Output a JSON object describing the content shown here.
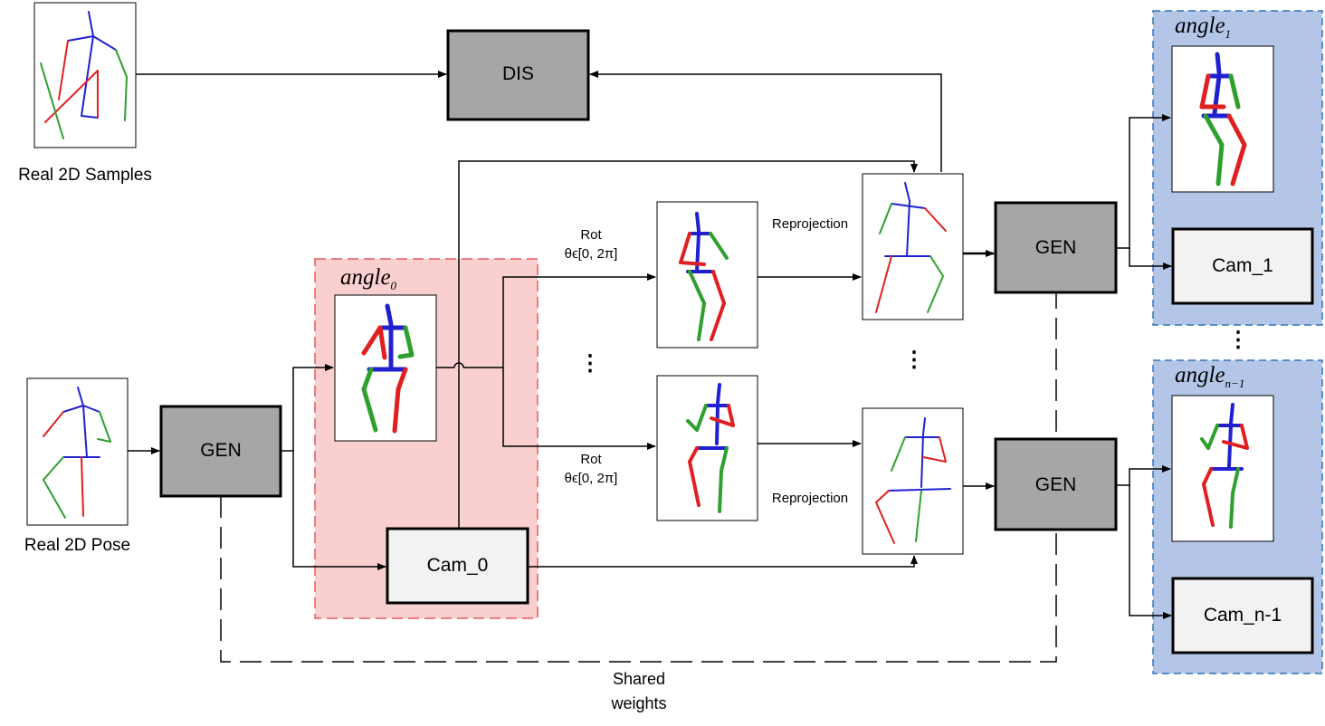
{
  "labels": {
    "real_2d_samples": "Real 2D Samples",
    "real_2d_pose": "Real 2D Pose",
    "shared_weights": "Shared weights"
  },
  "boxes": {
    "dis": "DIS",
    "gen": "GEN",
    "cam_0": "Cam_0",
    "cam_1": "Cam_1",
    "cam_n_1": "Cam_n-1"
  },
  "angles": {
    "angle0": {
      "base": "angle",
      "sub": "0"
    },
    "angle1": {
      "base": "angle",
      "sub": "1"
    },
    "angle_n_1": {
      "base": "angle",
      "sub": "n−1"
    }
  },
  "edges": {
    "rot": "Rot",
    "theta_range": "θϵ[0, 2π]",
    "reprojection": "Reprojection"
  },
  "ellipsis": "⋮",
  "colors": {
    "gen_box": "#a6a6a6",
    "cam_box": "#f2f2f2",
    "angle0_region": "#f9cfcf",
    "angle0_border": "#e85a5a",
    "output_region": "#b4c6e7",
    "output_border": "#2e75b6",
    "limb_left": "#e02020",
    "limb_right": "#2ea02e",
    "spine": "#2020d0"
  }
}
